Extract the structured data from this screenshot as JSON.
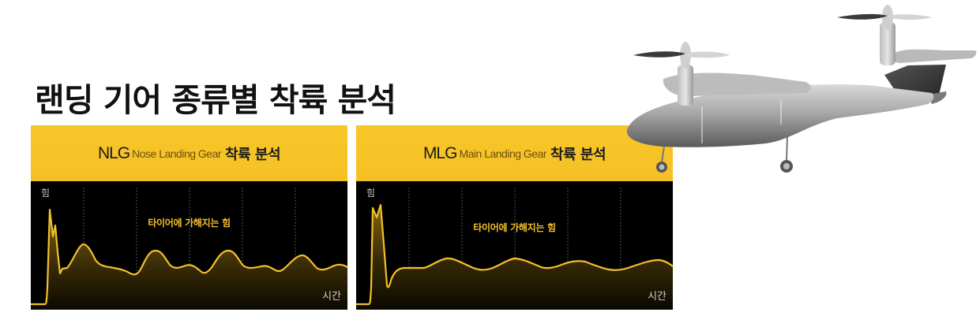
{
  "page": {
    "title": "랜딩 기어 종류별 착륙 분석"
  },
  "panels": [
    {
      "id": "nlg",
      "abbr": "NLG",
      "full_name": "Nose Landing Gear",
      "suffix": "착륙 분석",
      "y_label": "힘",
      "x_label": "시간",
      "series_label": "타이어에 가해지는 힘"
    },
    {
      "id": "mlg",
      "abbr": "MLG",
      "full_name": "Main Landing Gear",
      "suffix": "착륙 분석",
      "y_label": "힘",
      "x_label": "시간",
      "series_label": "타이어에 가해지는 힘"
    }
  ],
  "colors": {
    "header_yellow": "#F6C226",
    "chart_bg": "#000000",
    "line": "#F2C02B",
    "axis_text": "#D0D0D0",
    "title_text": "#111111"
  },
  "chart_data": [
    {
      "type": "area",
      "title": "NLG Nose Landing Gear 착륙 분석",
      "series_name": "타이어에 가해지는 힘",
      "xlabel": "시간",
      "ylabel": "힘",
      "grid": "vertical dotted",
      "x": [
        0,
        5,
        7,
        8,
        10,
        11,
        14,
        18,
        25,
        30,
        36,
        50,
        60,
        70,
        80,
        90,
        100,
        115,
        130,
        150,
        170,
        185,
        200,
        215,
        230,
        245,
        260,
        275,
        290,
        300,
        312,
        325,
        340,
        355,
        370,
        385,
        400
      ],
      "values": [
        2,
        2,
        70,
        52,
        62,
        40,
        25,
        26,
        48,
        60,
        50,
        26,
        25,
        23,
        18,
        38,
        54,
        40,
        28,
        30,
        22,
        34,
        48,
        50,
        34,
        28,
        30,
        22,
        28,
        42,
        54,
        32,
        28,
        24,
        40,
        45,
        26
      ],
      "ylim": [
        0,
        100
      ],
      "note": "relative values read from pixels; no numeric axis ticks shown"
    },
    {
      "type": "area",
      "title": "MLG Main Landing Gear 착륙 분석",
      "series_name": "타이어에 가해지는 힘",
      "xlabel": "시간",
      "ylabel": "힘",
      "grid": "vertical dotted",
      "x": [
        0,
        5,
        7,
        10,
        14,
        18,
        22,
        28,
        40,
        60,
        80,
        110,
        150,
        180,
        220,
        260,
        290,
        320,
        350,
        380,
        400
      ],
      "values": [
        2,
        2,
        78,
        70,
        82,
        40,
        8,
        22,
        28,
        28,
        28,
        36,
        24,
        33,
        26,
        32,
        24,
        28,
        24,
        30,
        26
      ],
      "ylim": [
        0,
        100
      ],
      "note": "relative values read from pixels; no numeric axis ticks shown"
    }
  ]
}
